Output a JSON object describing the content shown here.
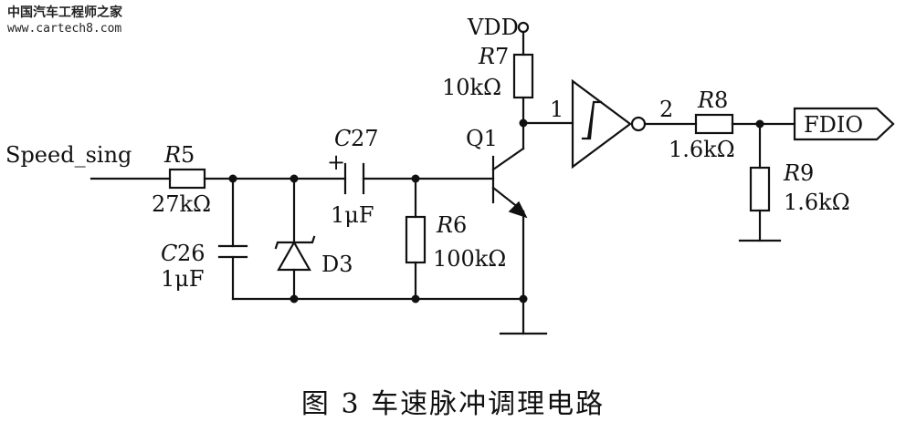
{
  "watermark": {
    "site_cn": "中国汽车工程师之家",
    "url": "www.cartech8.com"
  },
  "labels": {
    "input": "Speed_sing",
    "r5_name": "R",
    "r5_num": "5",
    "r5_val": "27kΩ",
    "c26_name": "C",
    "c26_num": "26",
    "c26_val": "1μF",
    "d3": "D3",
    "c27_plus": "+",
    "c27_name": "C",
    "c27_num": "27",
    "c27_val": "1μF",
    "r6_name": "R",
    "r6_num": "6",
    "r6_val": "100kΩ",
    "q1": "Q1",
    "vdd": "VDD",
    "r7_name": "R",
    "r7_num": "7",
    "r7_val": "10kΩ",
    "pin1": "1",
    "pin2": "2",
    "r8_name": "R",
    "r8_num": "8",
    "r8_val": "1.6kΩ",
    "r9_name": "R",
    "r9_num": "9",
    "r9_val": "1.6kΩ",
    "out": "FDIO"
  },
  "caption": "图 3  车速脉冲调理电路"
}
